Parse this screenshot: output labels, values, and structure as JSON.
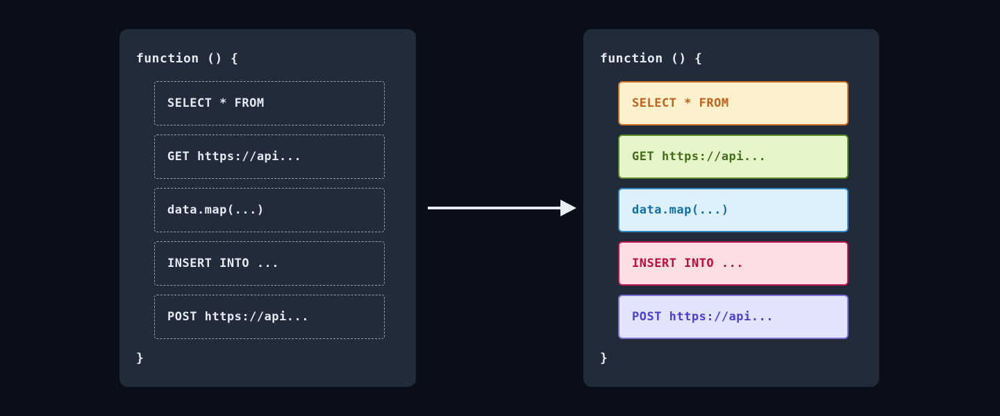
{
  "diagram": {
    "before": {
      "title": "function () {",
      "closing_brace": "}",
      "items": [
        {
          "label": "SELECT * FROM"
        },
        {
          "label": "GET https://api..."
        },
        {
          "label": "data.map(...)"
        },
        {
          "label": "INSERT INTO ..."
        },
        {
          "label": "POST https://api..."
        }
      ]
    },
    "after": {
      "title": "function () {",
      "closing_brace": "}",
      "items": [
        {
          "label": "SELECT * FROM",
          "bg": "#fbf1cd",
          "border": "#c9701f",
          "text_color": "#c2611c",
          "style": "background:#fbf1cd;border-color:#c9701f;color:#c2611c"
        },
        {
          "label": "GET https://api...",
          "bg": "#e6f6c8",
          "border": "#59882a",
          "text_color": "#426e1c",
          "style": "background:#e6f6c8;border-color:#59882a;color:#426e1c"
        },
        {
          "label": "data.map(...)",
          "bg": "#def0fc",
          "border": "#2e86c1",
          "text_color": "#0e70a8",
          "style": "background:#def0fc;border-color:#2e86c1;color:#0e70a8"
        },
        {
          "label": "INSERT INTO ...",
          "bg": "#fcdfe3",
          "border": "#c2124a",
          "text_color": "#c00d3e",
          "style": "background:#fcdfe3;border-color:#c2124a;color:#c00d3e"
        },
        {
          "label": "POST https://api...",
          "bg": "#e2e4fc",
          "border": "#7a70d8",
          "text_color": "#4a3ed4",
          "style": "background:#e2e4fc;border-color:#7a70d8;color:#4a3ed4"
        }
      ]
    }
  },
  "colors": {
    "page_bg": "#0a0e18",
    "panel_bg": "#212b3a",
    "panel_text": "#e5eaf1",
    "dashed_border": "#99a2b0",
    "arrow": "#e9ecf2"
  }
}
